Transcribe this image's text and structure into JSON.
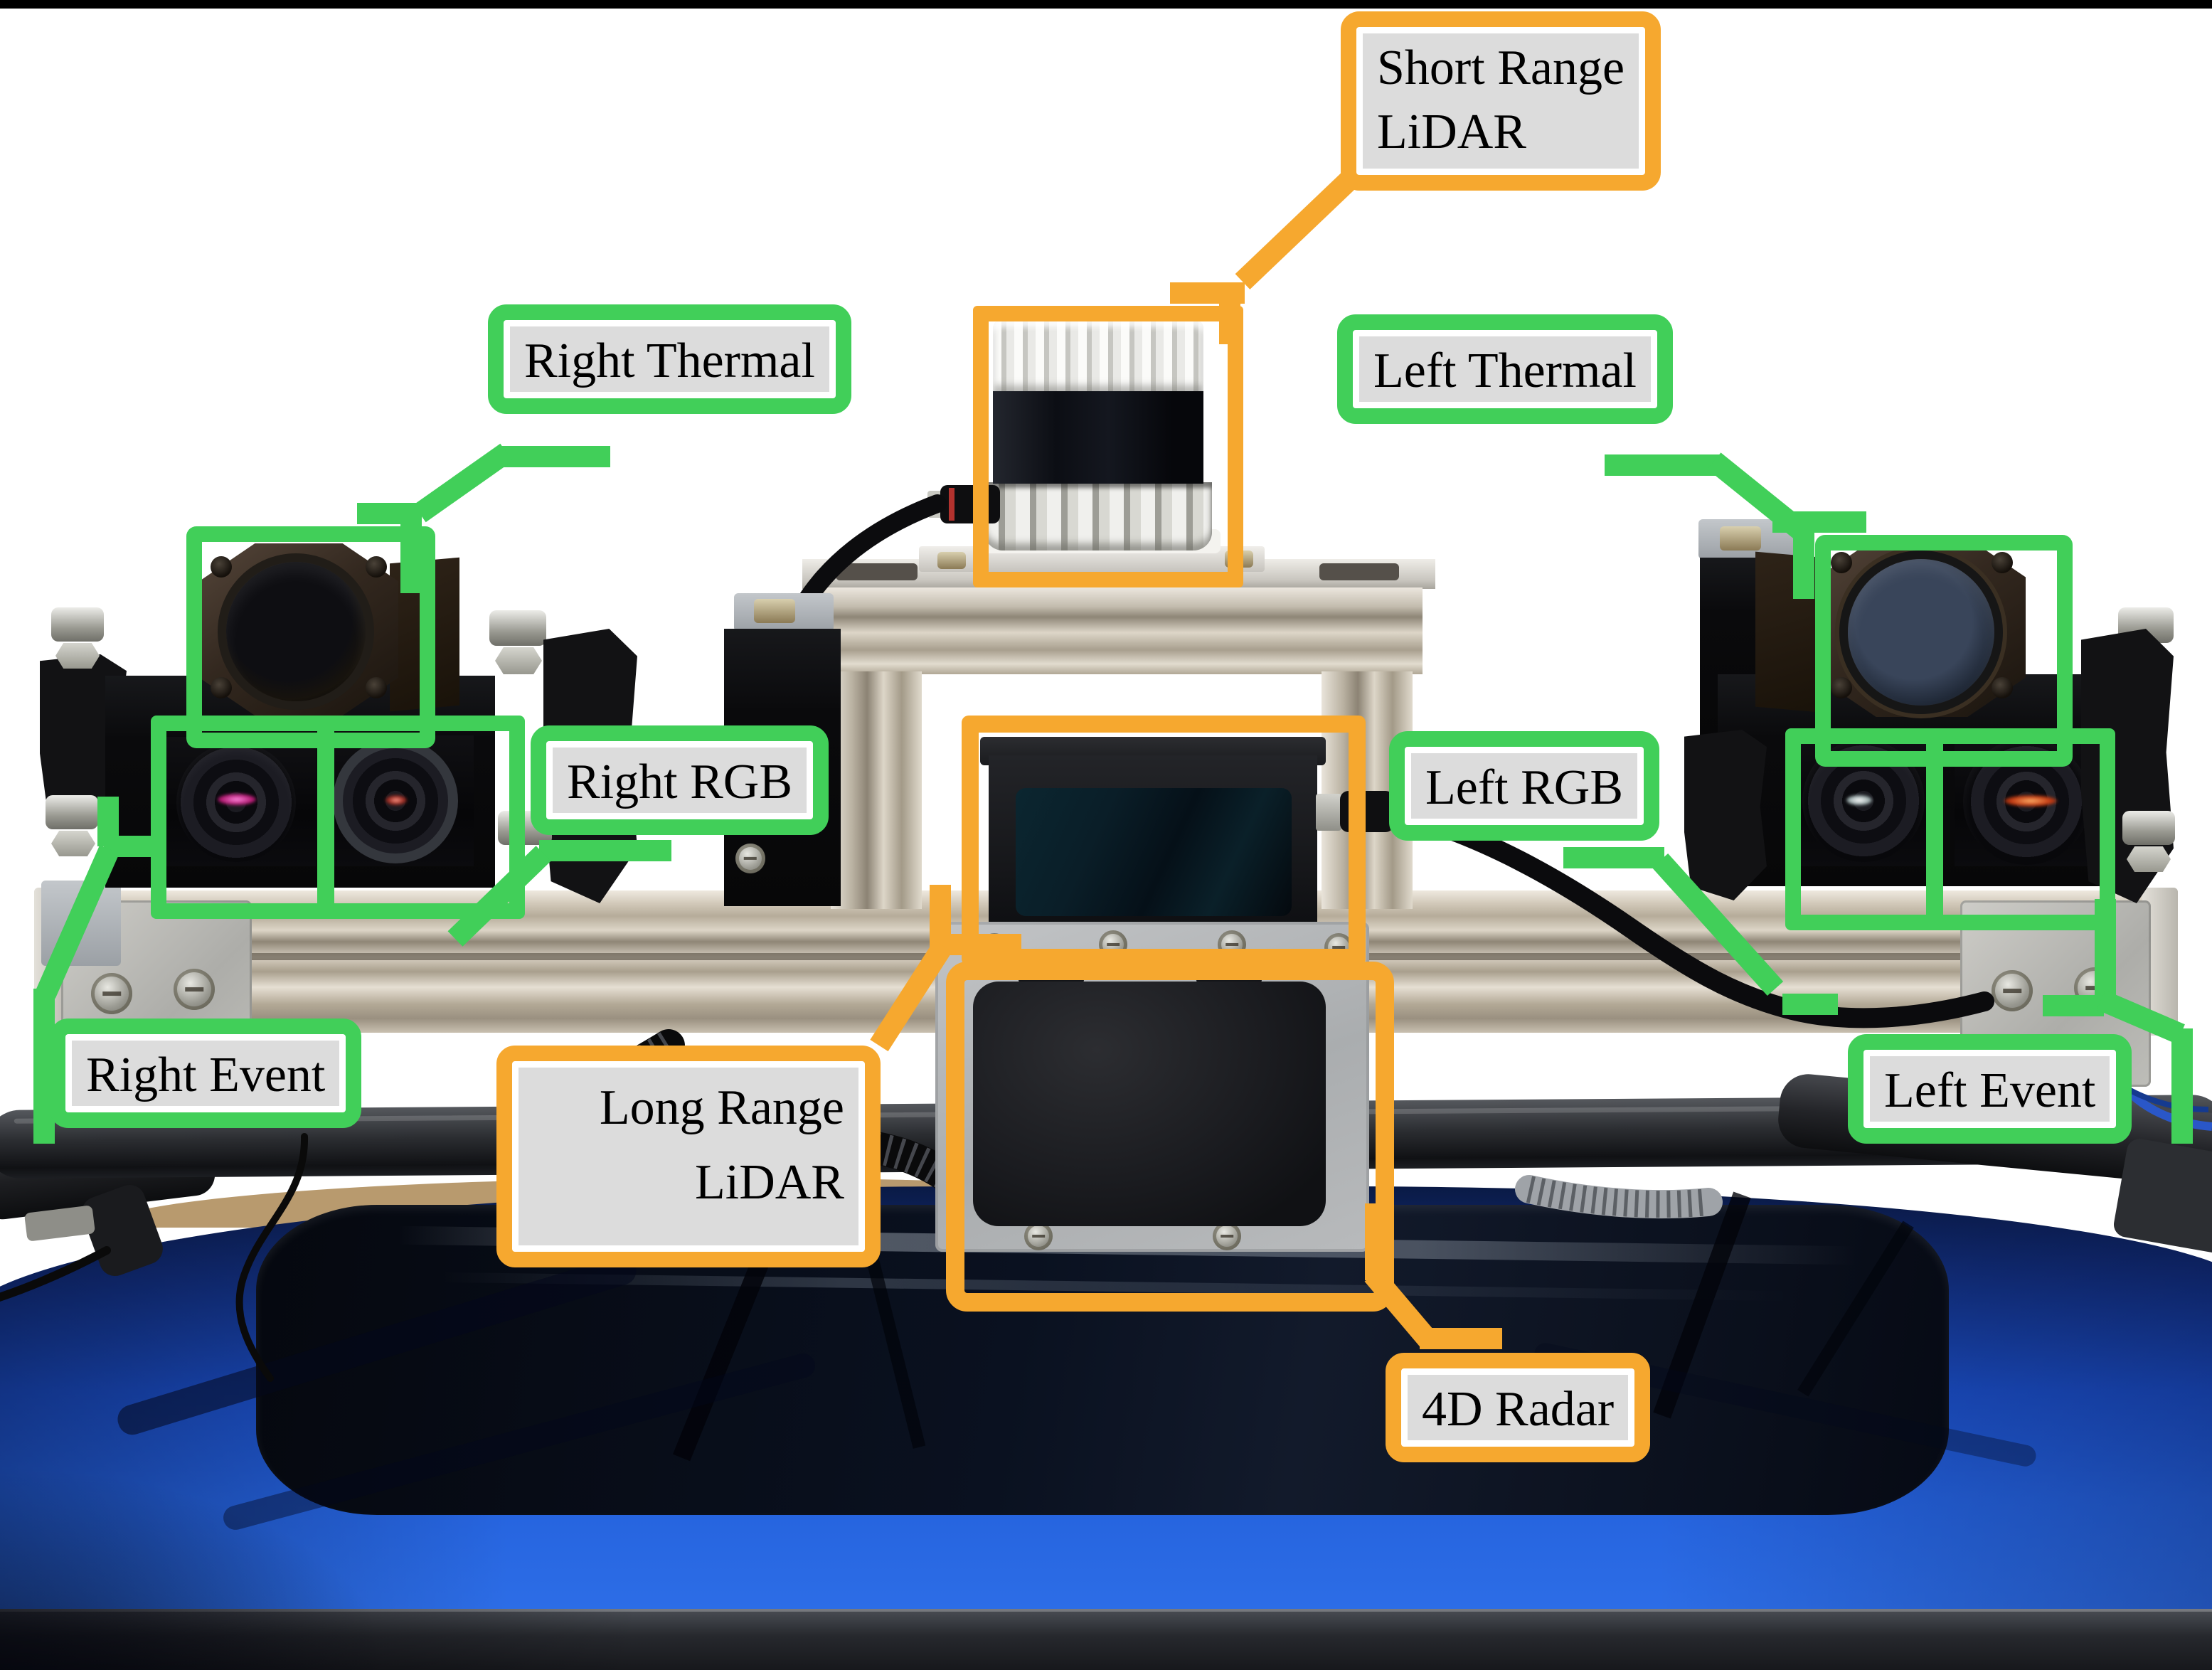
{
  "figure": {
    "kind": "annotated sensor-rig photograph",
    "background": "white cutout, blue car roof at bottom"
  },
  "colors": {
    "green": "#41cf59",
    "orange": "#f6a82f",
    "label_bg": "#dcdcdc",
    "label_text": "#000000"
  },
  "labels": {
    "short_range_lidar": {
      "text": "Short Range\nLiDAR",
      "color": "orange"
    },
    "right_thermal": {
      "text": "Right Thermal",
      "color": "green"
    },
    "left_thermal": {
      "text": "Left Thermal",
      "color": "green"
    },
    "right_rgb": {
      "text": "Right RGB",
      "color": "green"
    },
    "left_rgb": {
      "text": "Left RGB",
      "color": "green"
    },
    "right_event": {
      "text": "Right Event",
      "color": "green"
    },
    "left_event": {
      "text": "Left Event",
      "color": "green"
    },
    "long_range_lidar": {
      "text": "Long Range\nLiDAR",
      "color": "orange"
    },
    "radar_4d": {
      "text": "4D Radar",
      "color": "orange"
    }
  }
}
